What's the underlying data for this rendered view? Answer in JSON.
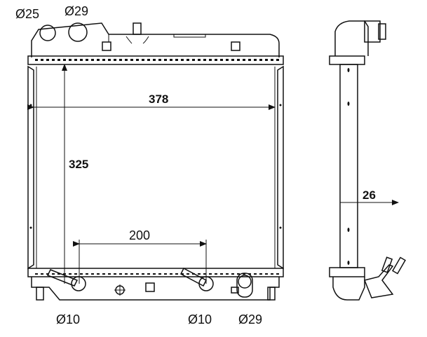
{
  "front_view": {
    "width_label": "378",
    "height_label": "325",
    "pipe_spacing_label": "200",
    "top_inlet_1_label": "Ø25",
    "top_inlet_2_label": "Ø29",
    "bottom_pipe_1_label": "Ø10",
    "bottom_pipe_2_label": "Ø10",
    "bottom_outlet_label": "Ø29"
  },
  "side_view": {
    "depth_label": "26"
  }
}
